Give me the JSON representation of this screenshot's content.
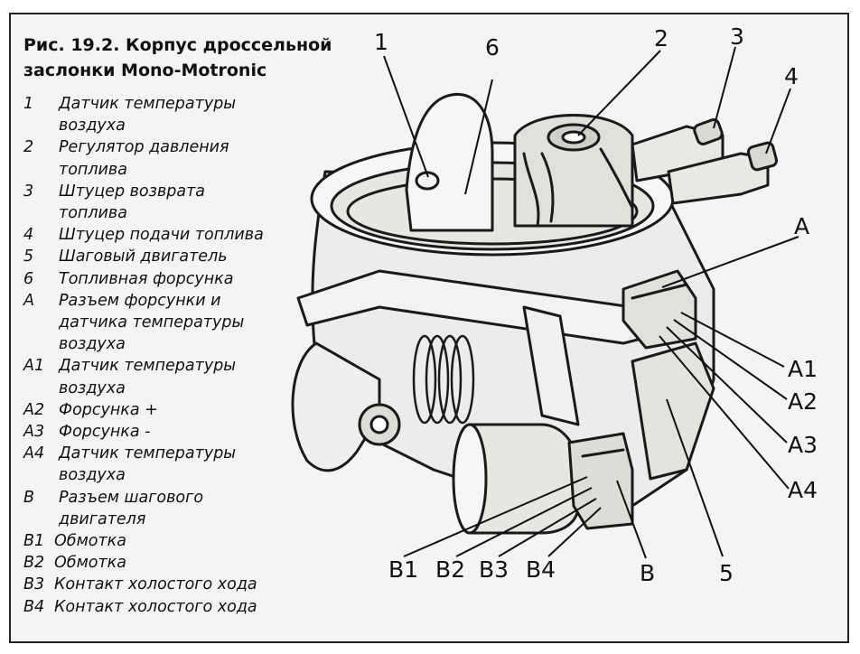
{
  "caption": {
    "line1": "Рис. 19.2. Корпус дроссельной",
    "line2": "заслонки Mono-Motronic"
  },
  "legend": [
    {
      "key": "1",
      "lines": [
        "Датчик температуры",
        "воздуха"
      ]
    },
    {
      "key": "2",
      "lines": [
        "Регулятор давления",
        "топлива"
      ]
    },
    {
      "key": "3",
      "lines": [
        "Штуцер возврата",
        "топлива"
      ]
    },
    {
      "key": "4",
      "lines": [
        "Штуцер подачи топлива"
      ]
    },
    {
      "key": "5",
      "lines": [
        "Шаговый двигатель"
      ]
    },
    {
      "key": "6",
      "lines": [
        "Топливная форсунка"
      ]
    },
    {
      "key": "А",
      "lines": [
        "Разъем форсунки и",
        "датчика температуры",
        "воздуха"
      ]
    },
    {
      "key": "А1",
      "lines": [
        "Датчик температуры",
        "воздуха"
      ]
    },
    {
      "key": "А2",
      "lines": [
        "Форсунка +"
      ]
    },
    {
      "key": "А3",
      "lines": [
        "Форсунка -"
      ]
    },
    {
      "key": "А4",
      "lines": [
        "Датчик температуры",
        "воздуха"
      ]
    },
    {
      "key": "В",
      "lines": [
        "Разъем шагового",
        "двигателя"
      ]
    },
    {
      "key": "В1",
      "lines": [
        "Обмотка"
      ]
    },
    {
      "key": "В2",
      "lines": [
        "Обмотка"
      ]
    },
    {
      "key": "В3",
      "lines": [
        "Контакт холостого хода"
      ]
    },
    {
      "key": "В4",
      "lines": [
        "Контакт холостого хода"
      ]
    }
  ],
  "callouts": {
    "c1": "1",
    "c6": "6",
    "c2": "2",
    "c3": "3",
    "c4": "4",
    "cA": "A",
    "cA1": "A1",
    "cA2": "A2",
    "cA3": "A3",
    "cA4": "A4",
    "cB1": "B1",
    "cB2": "B2",
    "cB3": "B3",
    "cB4": "B4",
    "cB": "B",
    "c5": "5"
  }
}
